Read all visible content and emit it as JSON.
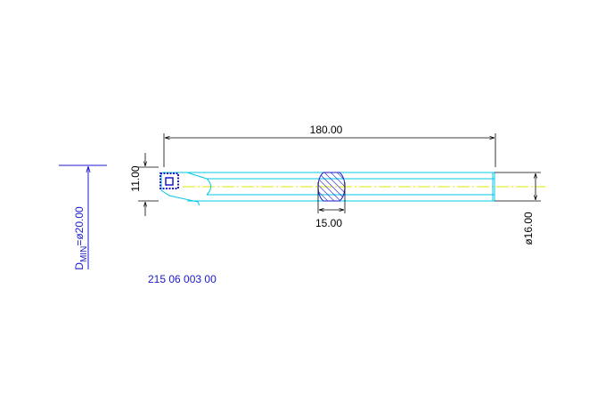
{
  "drawing": {
    "dim_length": "180.00",
    "dim_height": "11.00",
    "dim_neck_width": "15.00",
    "dim_shank_diameter": "ø16.00",
    "min_bore_prefix": "D",
    "min_bore_subscript": "MIN",
    "min_bore_value": "=ø20.00",
    "part_number": "215 06 003 00"
  },
  "colors": {
    "outline": "#00c8e6",
    "centerline": "#e6e600",
    "dimension": "#000000",
    "annotation": "#1a1acc",
    "hatch": "#1a1acc",
    "insert": "#1a1acc"
  }
}
